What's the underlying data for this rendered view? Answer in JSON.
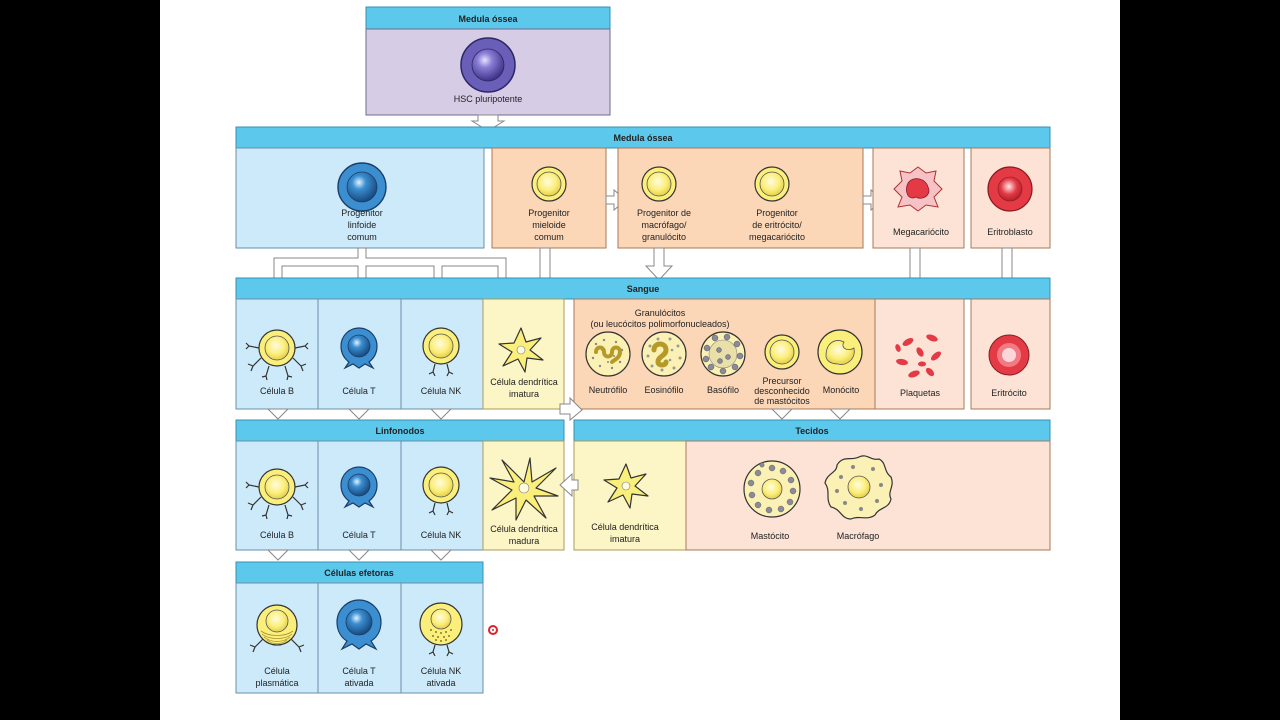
{
  "headers": {
    "bone_marrow_top": "Medula óssea",
    "bone_marrow": "Medula óssea",
    "blood": "Sangue",
    "lymph_nodes": "Linfonodos",
    "tissues": "Tecidos",
    "effector_cells": "Células efetoras"
  },
  "cells": {
    "hsc": "HSC pluripotente",
    "lymphoid_prog": [
      "Progenitor",
      "linfoide",
      "comum"
    ],
    "myeloid_prog": [
      "Progenitor",
      "mieloide",
      "comum"
    ],
    "macro_gran_prog": [
      "Progenitor de",
      "macrófago/",
      "granulócito"
    ],
    "ery_mega_prog": [
      "Progenitor",
      "de eritrócito/",
      "megacariócito"
    ],
    "megakaryocyte": "Megacariócito",
    "erythroblast": "Eritroblasto",
    "b_cell": "Célula B",
    "t_cell": "Célula T",
    "nk_cell": "Célula NK",
    "immature_dc": [
      "Célula dendrítica",
      "imatura"
    ],
    "granulocytes_title": [
      "Granulócitos",
      "(ou leucócitos polimorfonucleados)"
    ],
    "neutrophil": "Neutrófilo",
    "eosinophil": "Eosinófilo",
    "basophil": "Basófilo",
    "mast_precursor": [
      "Precursor",
      "desconhecido",
      "de mastócitos"
    ],
    "monocyte": "Monócito",
    "platelets": "Plaquetas",
    "erythrocyte": "Eritrócito",
    "mature_dc": [
      "Célula dendrítica",
      "madura"
    ],
    "tissue_immature_dc": [
      "Célula dendrítica",
      "imatura"
    ],
    "mast_cell": "Mastócito",
    "macrophage": "Macrófago",
    "plasma_cell": [
      "Célula",
      "plasmática"
    ],
    "activated_t": [
      "Célula T",
      "ativada"
    ],
    "activated_nk": [
      "Célula NK",
      "ativada"
    ]
  },
  "colors": {
    "header_blue": "#5bc8ec",
    "lymphoid_blue": "#cdeafa",
    "myeloid_orange": "#fbd7b8",
    "salmon": "#fde3d6",
    "cream": "#fcf5c6",
    "purple": "#d7cce6",
    "cell_yellow": "#fbef7c",
    "t_cell_blue": "#3b8fd1",
    "red": "#e33a45"
  }
}
